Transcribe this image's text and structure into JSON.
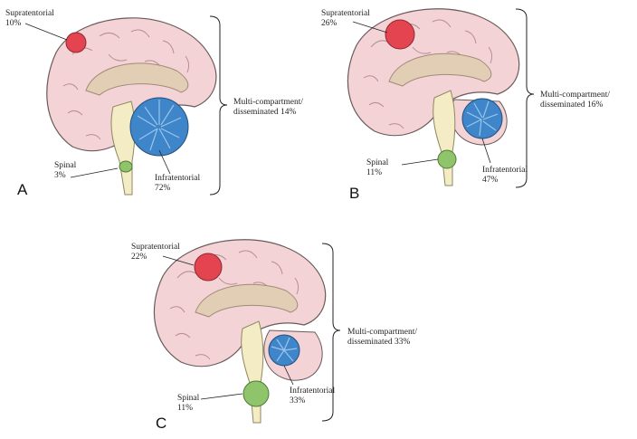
{
  "panels": [
    {
      "letter": "A",
      "supratentorial": {
        "label": "Supratentorial",
        "value": "10%"
      },
      "spinal": {
        "label": "Spinal",
        "value": "3%"
      },
      "infratentorial": {
        "label": "Infratentorial",
        "value": "72%"
      },
      "multi": {
        "label": "Multi-compartment/",
        "label2": "disseminated 14%"
      }
    },
    {
      "letter": "B",
      "supratentorial": {
        "label": "Supratentorial",
        "value": "26%"
      },
      "spinal": {
        "label": "Spinal",
        "value": "11%"
      },
      "infratentorial": {
        "label": "Infratentorial",
        "value": "47%"
      },
      "multi": {
        "label": "Multi-compartment/",
        "label2": "disseminated 16%"
      }
    },
    {
      "letter": "C",
      "supratentorial": {
        "label": "Supratentorial",
        "value": "22%"
      },
      "spinal": {
        "label": "Spinal",
        "value": "11%"
      },
      "infratentorial": {
        "label": "Infratentorial",
        "value": "33%"
      },
      "multi": {
        "label": "Multi-compartment/",
        "label2": "disseminated 33%"
      }
    }
  ],
  "colors": {
    "brain": "#f3d3d6",
    "brain_outline": "#6b5a5a",
    "inner": "#e2cdb5",
    "brainstem": "#f4ecc4",
    "supratentorial": "#e4444f",
    "infratentorial": "#3e86c9",
    "spinal": "#8fc46a"
  }
}
